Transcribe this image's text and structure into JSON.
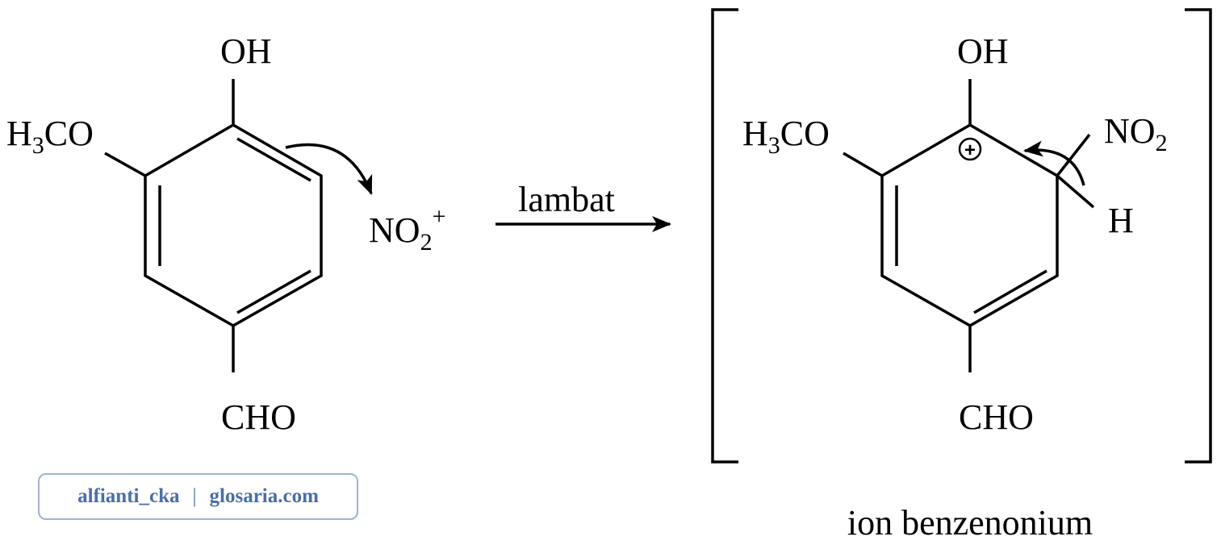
{
  "reactant": {
    "oh": "OH",
    "methoxy": {
      "main": "H",
      "sub": "3",
      "rest": "CO"
    },
    "cho": "CHO"
  },
  "electrophile": {
    "main": "NO",
    "sub": "2",
    "charge": "+"
  },
  "reaction": {
    "condition": "lambat"
  },
  "intermediate": {
    "oh": "OH",
    "methoxy": {
      "main": "H",
      "sub": "3",
      "rest": "CO"
    },
    "nitro": {
      "main": "NO",
      "sub": "2"
    },
    "h": "H",
    "cho": "CHO",
    "charge": "+",
    "caption": "ion benzenonium"
  },
  "watermark": {
    "left": "alfianti_cka",
    "separator": "|",
    "right": "glosaria.com"
  }
}
